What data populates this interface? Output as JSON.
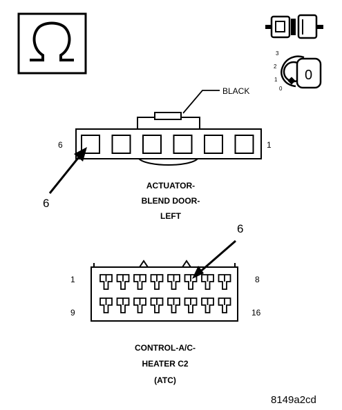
{
  "symbols": {
    "meter_icon": "ohm-symbol-icon",
    "connector_icon": "connector-plug-icon",
    "ignition_icon": "ignition-switch-icon",
    "ignition_positions": [
      "3",
      "2",
      "1",
      "0"
    ],
    "ignition_key_label": "0"
  },
  "actuator_connector": {
    "wire_label": "BLACK",
    "left_pin_label": "6",
    "right_pin_label": "1",
    "pointer_label": "6",
    "title_lines": [
      "ACTUATOR-",
      "BLEND DOOR-",
      "LEFT"
    ],
    "cavity_count": 6
  },
  "control_connector": {
    "pointer_label": "6",
    "row1_left_label": "1",
    "row1_right_label": "8",
    "row2_left_label": "9",
    "row2_right_label": "16",
    "title_lines": [
      "CONTROL-A/C-",
      "HEATER C2",
      "(ATC)"
    ],
    "terminals_per_row": 8
  },
  "figure_id": "8149a2cd"
}
